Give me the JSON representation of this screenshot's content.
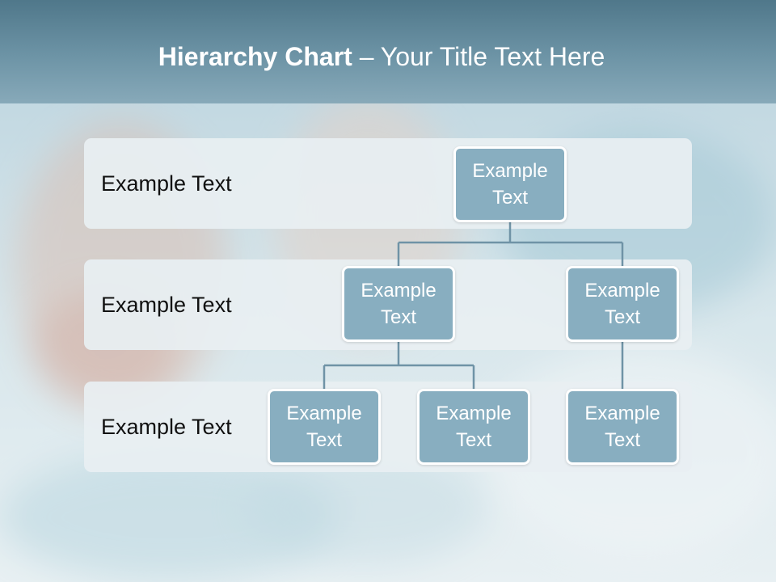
{
  "title": {
    "bold": "Hierarchy Chart",
    "rest": " – Your Title Text Here"
  },
  "levels": [
    {
      "label": "Example Text"
    },
    {
      "label": "Example Text"
    },
    {
      "label": "Example Text"
    }
  ],
  "nodes": {
    "root": "Example Text",
    "level2_left": "Example Text",
    "level2_right": "Example Text",
    "level3_a": "Example Text",
    "level3_b": "Example Text",
    "level3_c": "Example Text"
  },
  "colors": {
    "node_fill": "#88aec0",
    "node_border": "#ffffff",
    "connector": "#6f93a6",
    "band": "#e8eff2",
    "title_band": "#5e8598"
  }
}
